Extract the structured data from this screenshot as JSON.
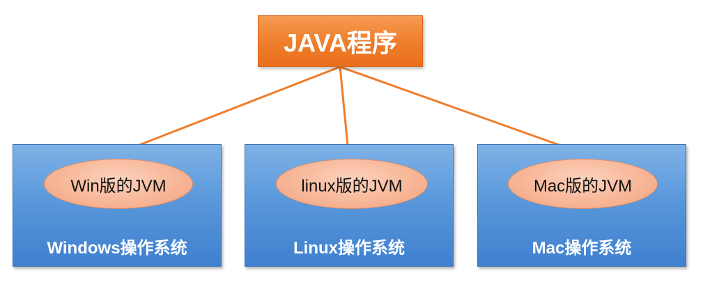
{
  "program": {
    "label": "JAVA程序"
  },
  "platforms": [
    {
      "os_label": "Windows操作系统",
      "jvm_label": "Win版的JVM"
    },
    {
      "os_label": "Linux操作系统",
      "jvm_label": "linux版的JVM"
    },
    {
      "os_label": "Mac操作系统",
      "jvm_label": "Mac版的JVM"
    }
  ],
  "colors": {
    "program_box": "#ee7d2b",
    "arrow": "#ee7d2b",
    "os_box": "#4f8fd6",
    "jvm_ellipse": "#f6b08f"
  }
}
